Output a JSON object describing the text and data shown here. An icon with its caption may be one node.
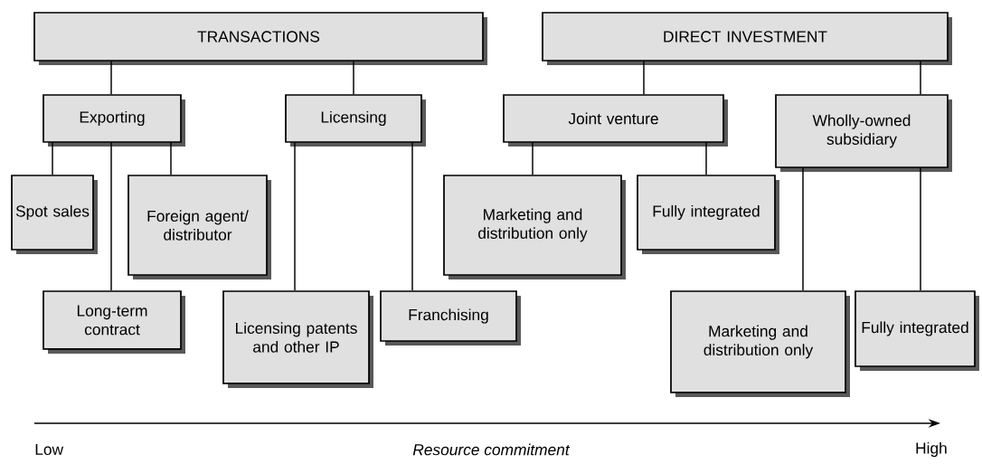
{
  "diagram": {
    "nodes": [
      {
        "text": [
          "TRANSACTIONS"
        ]
      },
      {
        "text": [
          "DIRECT INVESTMENT"
        ]
      },
      {
        "text": [
          "Exporting"
        ]
      },
      {
        "text": [
          "Licensing"
        ]
      },
      {
        "text": [
          "Joint venture"
        ]
      },
      {
        "text": [
          "Wholly-owned subsidiary"
        ]
      },
      {
        "text": [
          "Spot sales"
        ]
      },
      {
        "text": [
          "Foreign agent/ distributor"
        ]
      },
      {
        "text": [
          "Long-term contract"
        ]
      },
      {
        "text": [
          "Licensing patents and other IP"
        ]
      },
      {
        "text": [
          "Franchising"
        ]
      },
      {
        "text": [
          "Marketing and distribution only"
        ]
      },
      {
        "text": [
          "Fully integrated"
        ]
      },
      {
        "text": [
          "Marketing and distribution only"
        ]
      },
      {
        "text": [
          "Fully integrated"
        ]
      }
    ],
    "edges": [
      {
        "from": 0,
        "to": 2,
        "arrow": "none"
      },
      {
        "from": 0,
        "to": 3,
        "arrow": "none"
      },
      {
        "from": 1,
        "to": 4,
        "arrow": "none"
      },
      {
        "from": 1,
        "to": 5,
        "arrow": "none"
      },
      {
        "from": 2,
        "to": 6,
        "arrow": "none"
      },
      {
        "from": 2,
        "to": 8,
        "arrow": "none"
      },
      {
        "from": 2,
        "to": 7,
        "arrow": "none"
      },
      {
        "from": 3,
        "to": 9,
        "arrow": "none"
      },
      {
        "from": 3,
        "to": 10,
        "arrow": "none"
      },
      {
        "from": 4,
        "to": 11,
        "arrow": "none"
      },
      {
        "from": 4,
        "to": 12,
        "arrow": "none"
      },
      {
        "from": 5,
        "to": 13,
        "arrow": "none"
      },
      {
        "from": 5,
        "to": 14,
        "arrow": "none"
      }
    ],
    "labels": [
      "Low",
      "Resource commitment",
      "High"
    ]
  }
}
